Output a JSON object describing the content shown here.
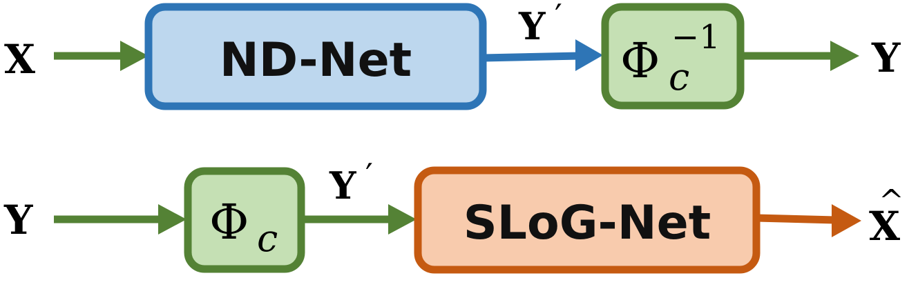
{
  "colors": {
    "green": "#548235",
    "green_fill": "#C5E0B4",
    "blue": "#2E75B6",
    "blue_fill": "#BDD7EE",
    "orange": "#C55A11",
    "orange_fill": "#F8CBAD",
    "text": "#000000"
  },
  "top": {
    "input": "X",
    "net_label": "ND-Net",
    "mid_label": "Y",
    "mid_prime": "′",
    "op_base": "Φ",
    "op_sub": "c",
    "op_sup": "−1",
    "output": "Y"
  },
  "bottom": {
    "input": "Y",
    "op_base": "Φ",
    "op_sub": "c",
    "mid_label": "Y",
    "mid_prime": "′",
    "net_label": "SLoG-Net",
    "output": "X",
    "output_hat": "^"
  }
}
